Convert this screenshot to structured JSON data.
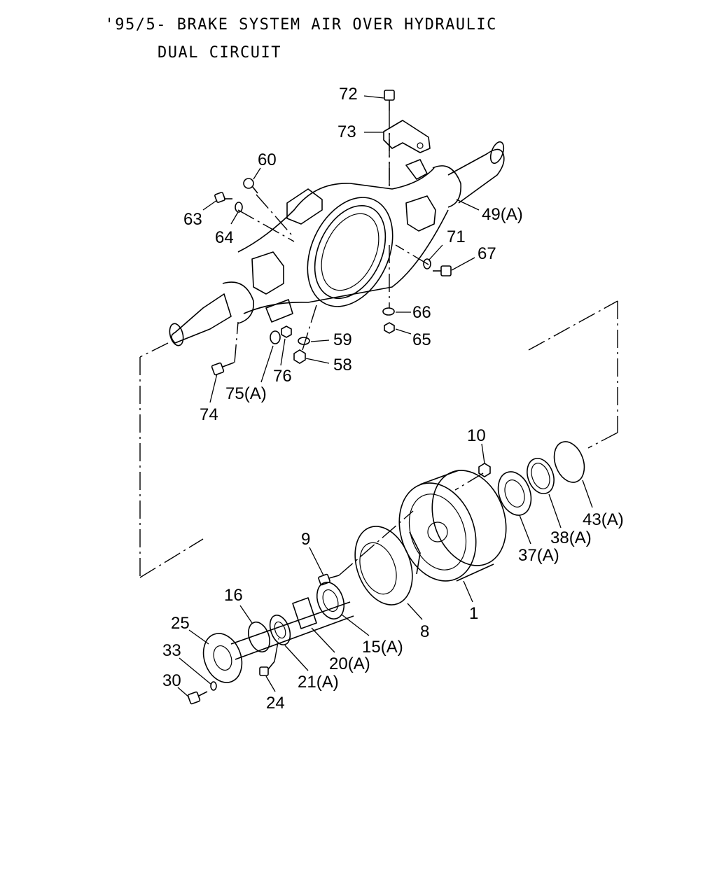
{
  "title": {
    "line1": "'95/5- BRAKE SYSTEM AIR OVER HYDRAULIC",
    "line2": "DUAL CIRCUIT"
  },
  "callouts": {
    "p72": "72",
    "p73": "73",
    "p60": "60",
    "p63": "63",
    "p64": "64",
    "p49": "49(A)",
    "p71": "71",
    "p67": "67",
    "p66": "66",
    "p65": "65",
    "p59": "59",
    "p58": "58",
    "p76": "76",
    "p75": "75(A)",
    "p74": "74",
    "p10": "10",
    "p43": "43(A)",
    "p38": "38(A)",
    "p37": "37(A)",
    "p9": "9",
    "p1": "1",
    "p8": "8",
    "p15": "15(A)",
    "p16": "16",
    "p20": "20(A)",
    "p21": "21(A)",
    "p25": "25",
    "p33": "33",
    "p30": "30",
    "p24": "24"
  }
}
